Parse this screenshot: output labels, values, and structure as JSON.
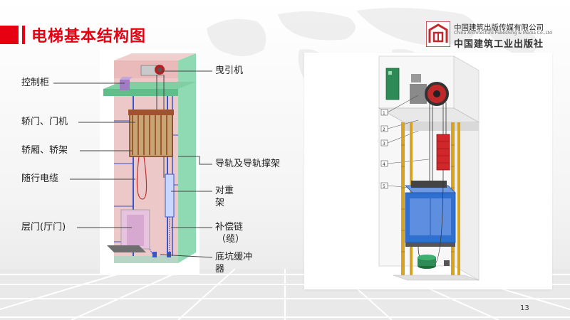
{
  "slide": {
    "title": "电梯基本结构图",
    "page_number": "13"
  },
  "publisher": {
    "name_cn": "中国建筑出版传媒有限公司",
    "name_en": "China Architecture Publishing & Media Co.,Ltd",
    "brand_calligraphy": "中国建筑工业出版社"
  },
  "labels": {
    "control_cabinet": "控制柜",
    "car_door_operator": "轿门、门机",
    "car_frame": "轿厢、轿架",
    "traveling_cable": "随行电缆",
    "landing_door": "层门(厅门)",
    "traction_machine": "曳引机",
    "guide_rail": "导轨及导轨撑架",
    "counterweight_line1": "对重",
    "counterweight_line2": "架",
    "compensation_line1": "补偿链",
    "compensation_line2": "（缆）",
    "pit_buffer_line1": "底坑缓冲",
    "pit_buffer_line2": "器"
  },
  "right_diagram": {
    "callouts": [
      "1",
      "2",
      "3",
      "4",
      "5"
    ]
  },
  "colors": {
    "accent": "#e60012",
    "shaft_green": "#7fd3a8",
    "shaft_pink": "#e9b7b7",
    "car_brown": "#a0522d",
    "rail_blue": "#3a55c8",
    "car_blue": "#2f6fd0",
    "weight_red": "#d0282a"
  }
}
